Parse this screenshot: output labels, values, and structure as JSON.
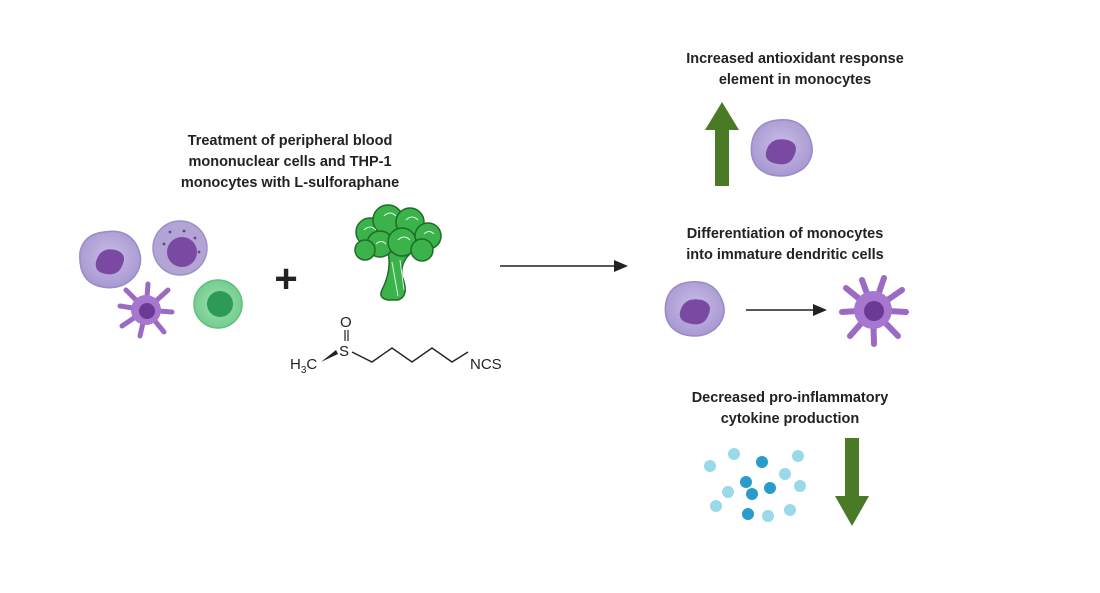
{
  "treatment": {
    "lines": [
      "Treatment of peripheral blood",
      "mononuclear cells and THP-1",
      "monocytes with L-sulforaphane"
    ]
  },
  "plus_symbol": "+",
  "molecule": {
    "h3c": "H",
    "h3c_sub": "3",
    "h3c_c": "C",
    "sulfur": "S",
    "oxygen": "O",
    "ncs": "NCS"
  },
  "outcomes": {
    "antioxidant": {
      "lines": [
        "Increased antioxidant response",
        "element in monocytes"
      ],
      "direction": "up"
    },
    "differentiation": {
      "lines": [
        "Differentiation of monocytes",
        "into immature dendritic cells"
      ]
    },
    "cytokine": {
      "lines": [
        "Decreased pro-inflammatory",
        "cytokine production"
      ],
      "direction": "down"
    }
  },
  "colors": {
    "monocyte_fill": "#b3a4d6",
    "nucleus": "#7a4aa3",
    "lymphocyte_fill": "#7dd39a",
    "lymphocyte_nucleus": "#2d9a55",
    "broccoli": "#3bb34a",
    "arrow_green": "#4a7a25",
    "cytokine_light": "#8fd3e8",
    "cytokine_dark": "#2a9ccc",
    "text": "#222222"
  }
}
